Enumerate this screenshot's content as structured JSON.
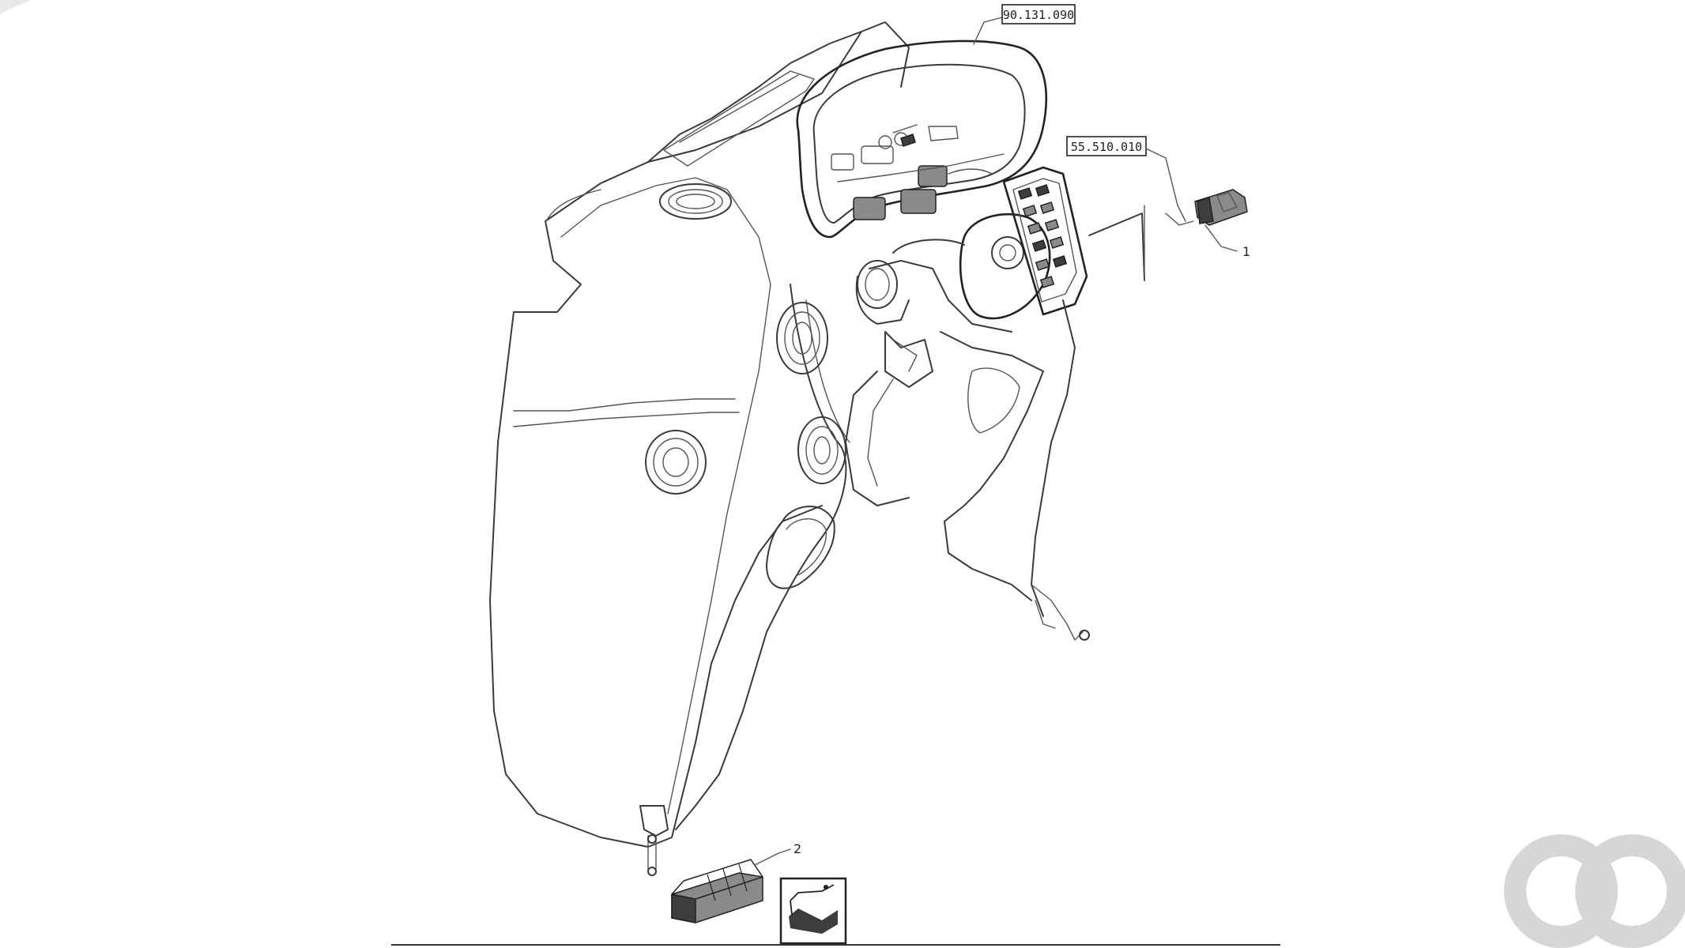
{
  "diagram": {
    "callouts": {
      "ref_top": "90.131.090",
      "ref_right": "55.510.010",
      "item_1": "1",
      "item_2": "2"
    },
    "icons": {
      "part_assembly_drawing": "dashboard-console-exploded-view",
      "component_1": "switch-module-icon",
      "component_2": "box-connector-icon",
      "reference_thumbnail": "compartment-thumbnail-icon",
      "watermark": "brand-watermark-logo"
    }
  }
}
